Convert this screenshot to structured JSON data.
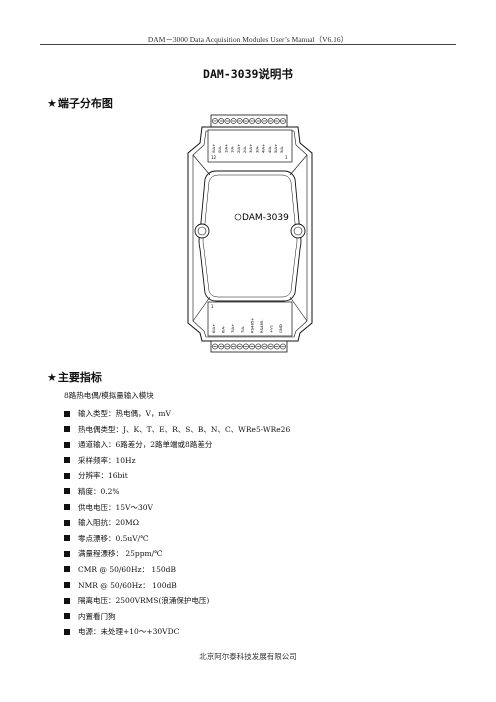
{
  "header": {
    "text": "DAM－3000 Data Acquisition Modules User’s Manual（V6.16）"
  },
  "document": {
    "title": "DAM-3039说明书"
  },
  "sections": {
    "terminals": {
      "star": "★",
      "label": "端子分布图"
    },
    "specs": {
      "star": "★",
      "label": "主要指标"
    }
  },
  "diagram": {
    "model_label": "DAM-3039",
    "top_pins": [
      "0IA+",
      "0IA-",
      "1IA+",
      "1IA-",
      "2IA+",
      "2IA-",
      "3IA+",
      "3IA-",
      "4IA+",
      "4IA-",
      "5IA+",
      "5IA-"
    ],
    "top_pin_numbers": {
      "first": "12",
      "last": "1"
    },
    "bottom_pins": [
      "6IA+",
      "6IA-",
      "7IA+",
      "7IA-",
      "RS485+",
      "RS485-",
      "+Vs",
      "GND"
    ],
    "bottom_pin_numbers": {
      "first": "1"
    }
  },
  "specs": {
    "intro": "8路热电偶/模拟量输入模块",
    "items": [
      "输入类型：热电偶，V，mV",
      "热电偶类型：J、K、T、E、R、S、B、N、C、WRe5-WRe26",
      "通道输入：6路差分，2路单端或8路差分",
      "采样频率：10Hz",
      "分辨率：16bit",
      "精度：0.2%",
      "供电电压：15V～30V",
      "输入阻抗：20MΩ",
      "零点漂移：0.5uV/℃",
      "满量程漂移： 25ppm/℃",
      "CMR @ 50/60Hz： 150dB",
      "NMR @ 50/60Hz： 100dB",
      "隔离电压：2500VRMS(浪涌保护电压)",
      "内置看门狗",
      "电源：未处理+10～+30VDC"
    ]
  },
  "footer": {
    "text": "北京阿尔泰科技发展有限公司"
  }
}
